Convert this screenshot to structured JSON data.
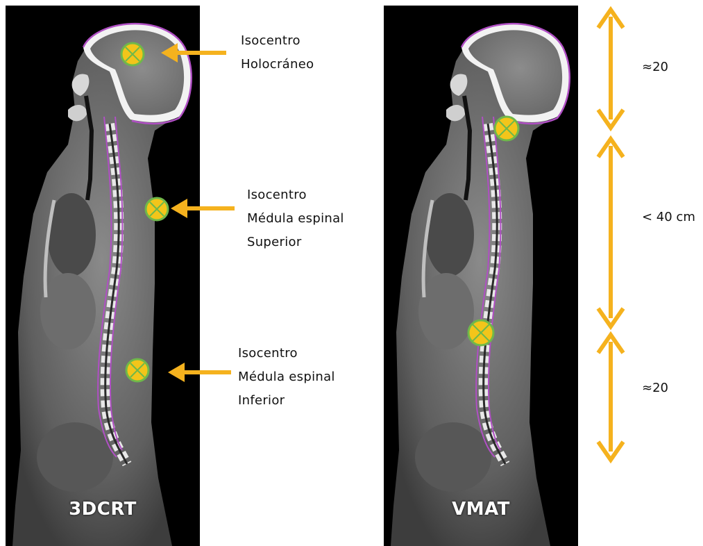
{
  "colors": {
    "accent": "#F5B21E",
    "marker_fill": "#F3C51A",
    "marker_ring": "#6FB84A",
    "contour": "#B04FC4",
    "background": "#000000"
  },
  "panels": [
    {
      "label": "3DCRT"
    },
    {
      "label": "VMAT"
    }
  ],
  "annotations": [
    {
      "lines": [
        "Isocentro",
        "Holocráneo"
      ]
    },
    {
      "lines": [
        "Isocentro",
        "Médula espinal",
        "Superior"
      ]
    },
    {
      "lines": [
        "Isocentro",
        "Médula espinal",
        "Inferior"
      ]
    }
  ],
  "dimensions": [
    {
      "label": "≈20"
    },
    {
      "label": "< 40 cm"
    },
    {
      "label": "≈20"
    }
  ],
  "icons": [
    "isocenter-marker-icon",
    "arrow-left-icon",
    "double-arrow-vertical-icon"
  ]
}
